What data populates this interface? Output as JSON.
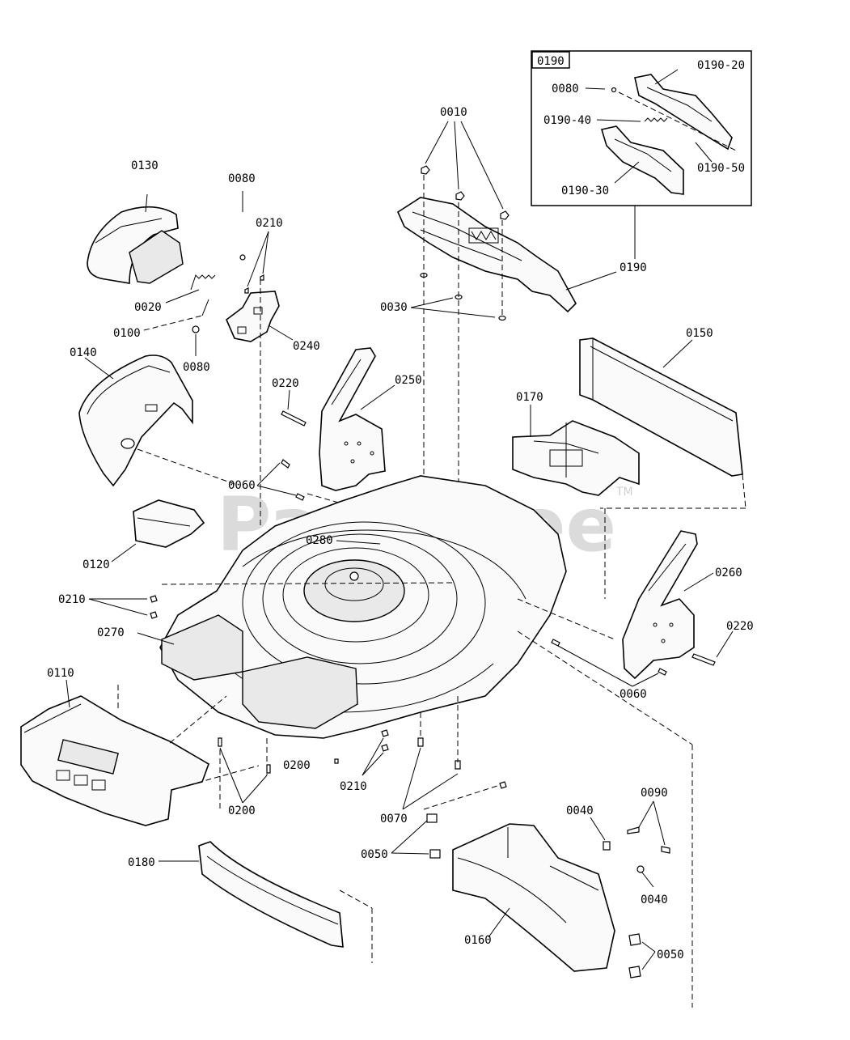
{
  "watermark": {
    "text": "PartsTree",
    "tm": "TM"
  },
  "inset": {
    "title": "0190"
  },
  "labels": {
    "l0010": "0010",
    "l0130": "0130",
    "l0080a": "0080",
    "l0210a": "0210",
    "l0020": "0020",
    "l0100": "0100",
    "l0080b": "0080",
    "l0240": "0240",
    "l0030": "0030",
    "l0190": "0190",
    "l0080c": "0080",
    "l0190_20": "0190-20",
    "l0190_40": "0190-40",
    "l0190_50": "0190-50",
    "l0190_30": "0190-30",
    "l0140": "0140",
    "l0220a": "0220",
    "l0250": "0250",
    "l0150": "0150",
    "l0170": "0170",
    "l0060a": "0060",
    "l0120": "0120",
    "l0280": "0280",
    "l0260": "0260",
    "l0210b": "0210",
    "l0270": "0270",
    "l0220b": "0220",
    "l0110": "0110",
    "l0060b": "0060",
    "l0200a": "0200",
    "l0210c": "0210",
    "l0200b": "0200",
    "l0070": "0070",
    "l0090": "0090",
    "l0040a": "0040",
    "l0180": "0180",
    "l0050a": "0050",
    "l0040b": "0040",
    "l0160": "0160",
    "l0050b": "0050"
  }
}
